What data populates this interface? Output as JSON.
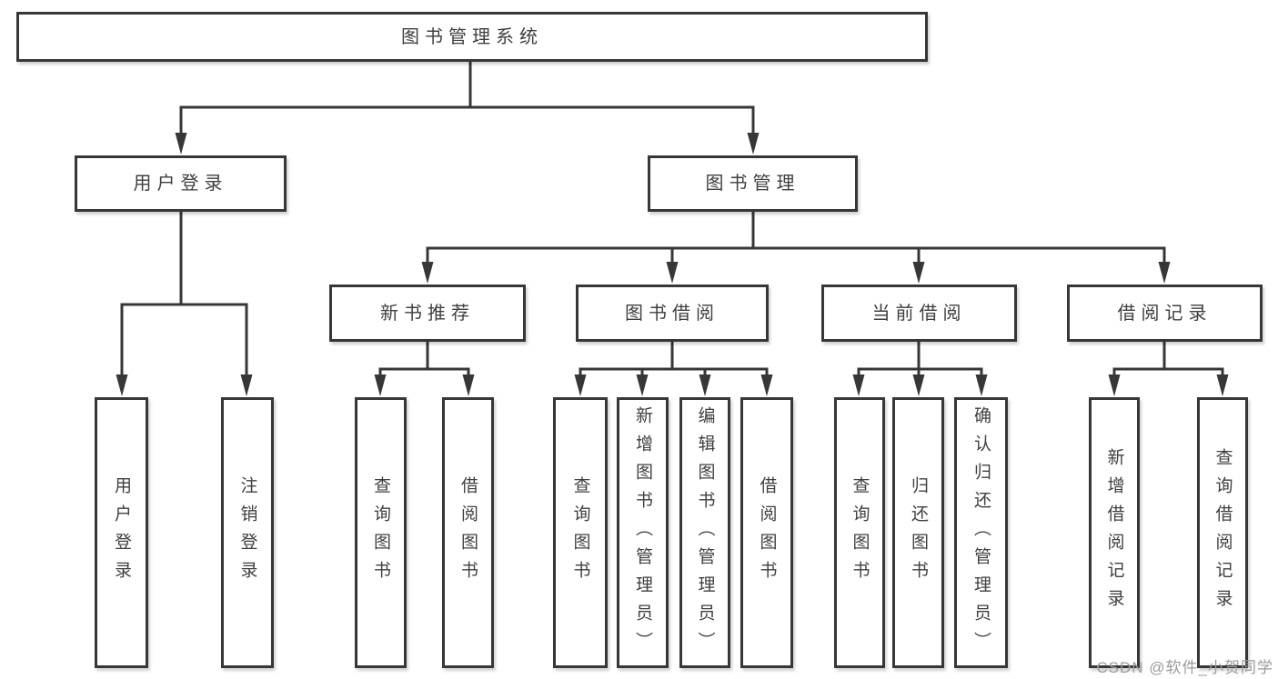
{
  "diagram": {
    "type": "hierarchy-tree",
    "root": {
      "label": "图书管理系统",
      "children": [
        {
          "label": "用户登录",
          "children": [
            {
              "label": "用户登录"
            },
            {
              "label": "注销登录"
            }
          ]
        },
        {
          "label": "图书管理",
          "children": [
            {
              "label": "新书推荐",
              "children": [
                {
                  "label": "查询图书"
                },
                {
                  "label": "借阅图书"
                }
              ]
            },
            {
              "label": "图书借阅",
              "children": [
                {
                  "label": "查询图书"
                },
                {
                  "label": "新增图书（管理员）"
                },
                {
                  "label": "编辑图书（管理员）"
                },
                {
                  "label": "借阅图书"
                }
              ]
            },
            {
              "label": "当前借阅",
              "children": [
                {
                  "label": "查询图书"
                },
                {
                  "label": "归还图书"
                },
                {
                  "label": "确认归还（管理员）"
                }
              ]
            },
            {
              "label": "借阅记录",
              "children": [
                {
                  "label": "新增借阅记录"
                },
                {
                  "label": "查询借阅记录"
                }
              ]
            }
          ]
        }
      ]
    }
  },
  "watermark": {
    "text": "CSDN @软件_小贺同学"
  },
  "colors": {
    "line": "#373737",
    "box_border": "#373737",
    "box_fill": "#ffffff",
    "text": "#3f3f3f",
    "background": "#ffffff",
    "watermark": "#9b9b9b"
  }
}
